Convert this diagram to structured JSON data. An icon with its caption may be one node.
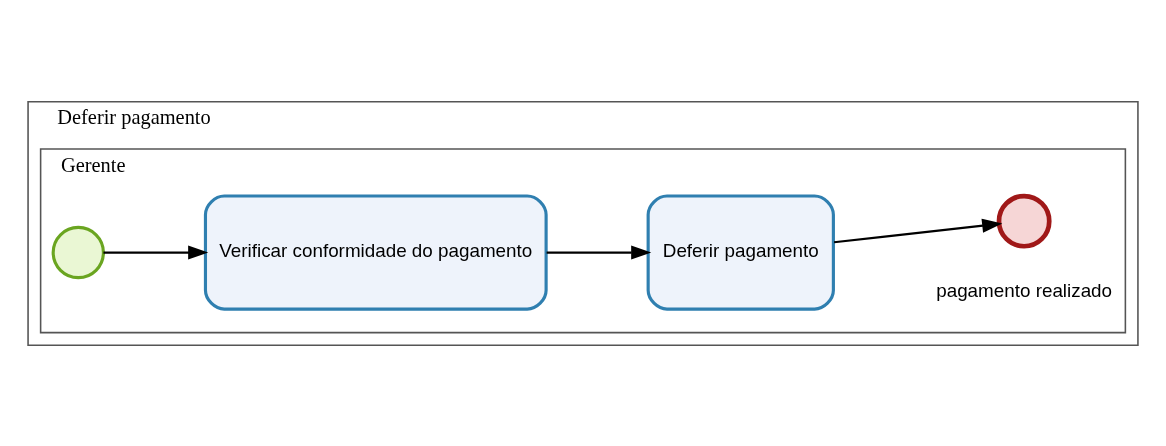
{
  "diagram": {
    "nodes": [
      {
        "text": [
          "Deferir pagamento"
        ]
      },
      {
        "text": [
          "Gerente"
        ],
        "in": 0
      },
      {
        "text": [],
        "shape": "circle",
        "in": 1
      },
      {
        "text": [
          "Verificar conformidade do pagamento"
        ],
        "in": 1
      },
      {
        "text": [
          "Deferir pagamento"
        ],
        "in": 1
      },
      {
        "text": [],
        "shape": "circle",
        "in": 1,
        "beside": [
          "pagamento realizado"
        ]
      }
    ],
    "edges": [
      {
        "from": 2,
        "to": 3,
        "arrow": "to"
      },
      {
        "from": 3,
        "to": 4,
        "arrow": "to"
      },
      {
        "from": 4,
        "to": 5,
        "arrow": "to"
      }
    ]
  }
}
